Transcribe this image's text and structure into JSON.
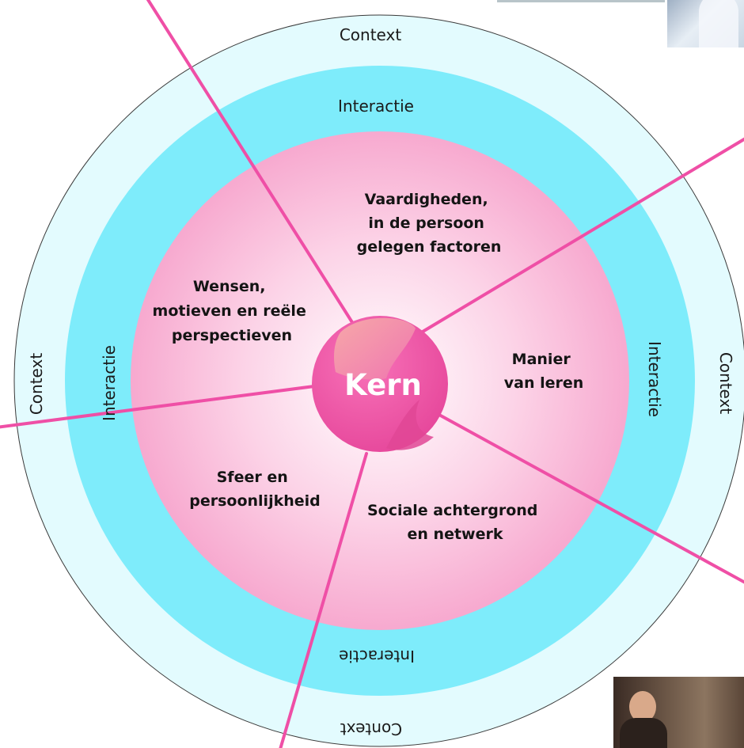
{
  "diagram": {
    "center_label": "Kern",
    "ring_labels": {
      "context_top": "Context",
      "context_bottom": "Context",
      "context_left": "Context",
      "context_right": "Context",
      "interaction_top": "Interactie",
      "interaction_bottom": "Interactie",
      "interaction_left": "Interactie",
      "interaction_right": "Interactie"
    },
    "segments": [
      {
        "lines": [
          "Vaardigheden,",
          "in de persoon",
          "gelegen factoren"
        ]
      },
      {
        "lines": [
          "Manier",
          "van leren"
        ]
      },
      {
        "lines": [
          "Sociale achtergrond",
          "en netwerk"
        ]
      },
      {
        "lines": [
          "Sfeer en",
          "persoonlijkheid"
        ]
      },
      {
        "lines": [
          "Wensen,",
          "motieven en reële",
          "perspectieven"
        ]
      }
    ]
  },
  "colors": {
    "outer_ring": "#e3fbfe",
    "middle_ring": "#7eecfb",
    "inner_disk_edge": "#f7a9cf",
    "inner_disk_center": "#ffffff",
    "core": "#ee5aa8",
    "divider_lines": "#ef4fa6"
  }
}
